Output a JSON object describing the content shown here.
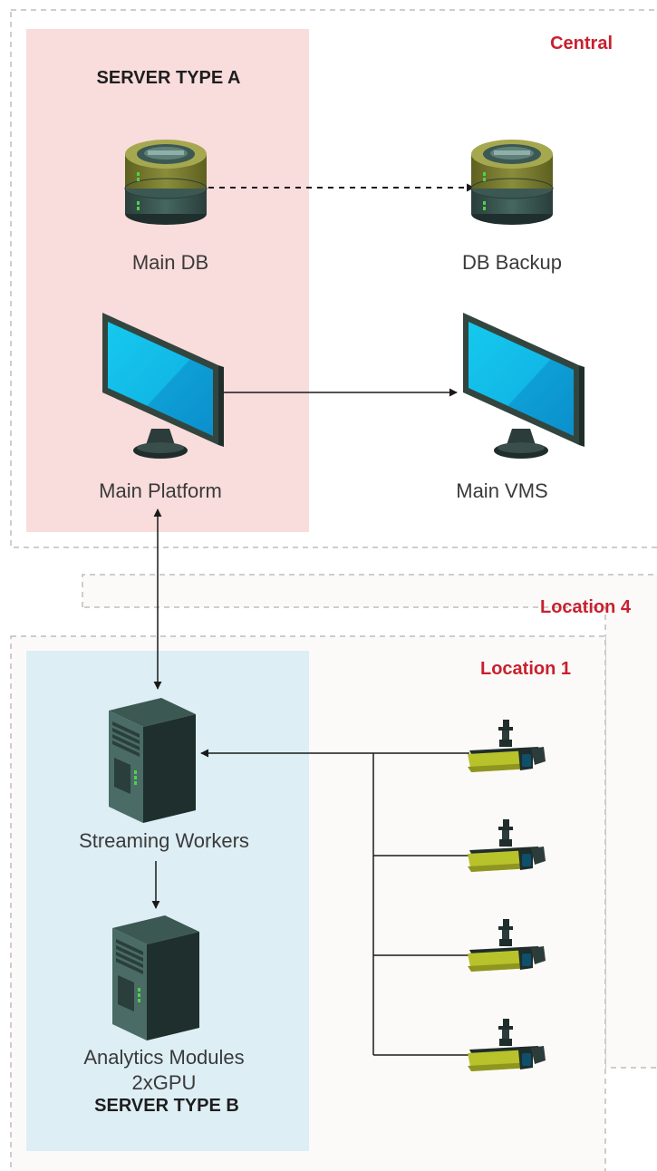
{
  "zones": {
    "central": "Central",
    "location4": "Location 4",
    "location1": "Location 1"
  },
  "server_types": {
    "a": "SERVER TYPE A",
    "b": "SERVER TYPE B"
  },
  "nodes": {
    "main_db": "Main DB",
    "db_backup": "DB Backup",
    "main_platform": "Main Platform",
    "main_vms": "Main VMS",
    "streaming_workers": "Streaming Workers",
    "analytics_line1": "Analytics Modules",
    "analytics_line2": "2xGPU"
  },
  "icons": {
    "database": "database-icon",
    "monitor": "monitor-icon",
    "server_tower": "server-tower-icon",
    "camera": "cctv-camera-icon"
  },
  "colors": {
    "zone_label": "#c8202f",
    "server_a_bg": "#f9dcdc",
    "server_b_bg": "#ddeef5",
    "location_bg": "#fcfaf8",
    "dashed_border": "#bdbdbd",
    "connector": "#1a1a1a"
  }
}
